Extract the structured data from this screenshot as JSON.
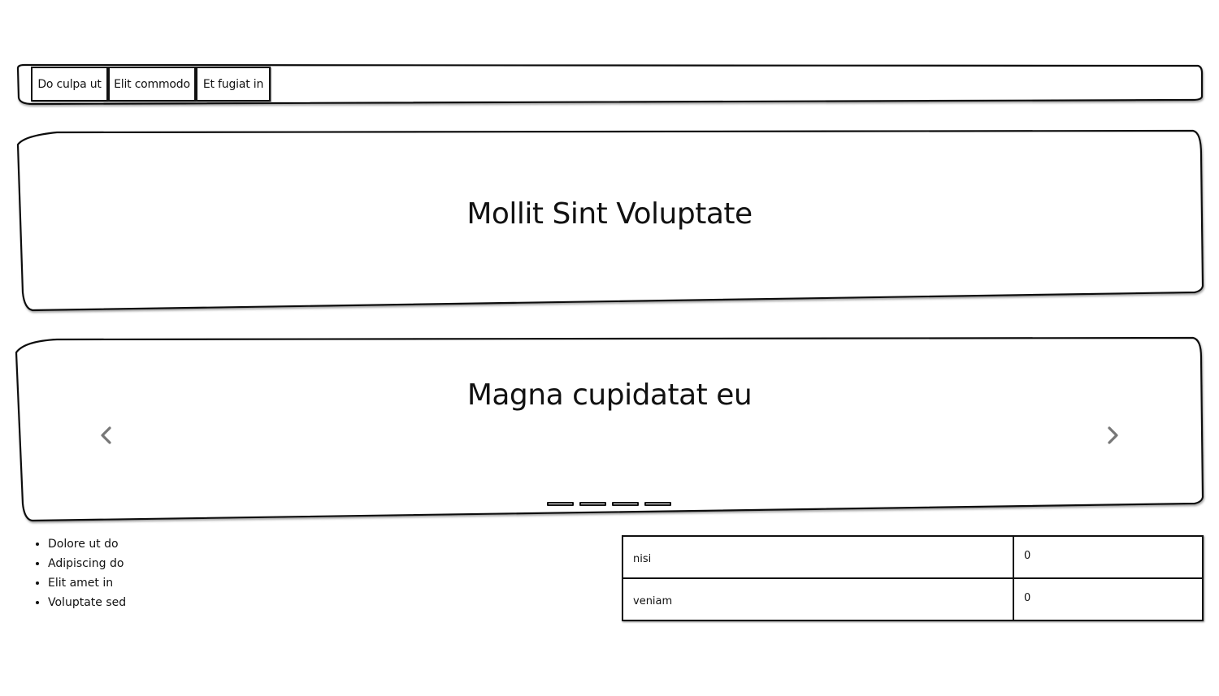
{
  "tabs": [
    {
      "label": "Do culpa ut"
    },
    {
      "label": "Elit commodo"
    },
    {
      "label": "Et fugiat in"
    }
  ],
  "hero": {
    "title": "Mollit Sint Voluptate"
  },
  "carousel": {
    "slide_title": "Magna cupidatat eu",
    "prev_icon": "chevron-left-icon",
    "next_icon": "chevron-right-icon",
    "indicator_count": 4
  },
  "list": {
    "items": [
      "Dolore ut do",
      "Adipiscing do",
      "Elit amet in",
      "Voluptate sed"
    ]
  },
  "table": {
    "rows": [
      {
        "key": "nisi",
        "value": "0"
      },
      {
        "key": "veniam",
        "value": "0"
      }
    ]
  }
}
